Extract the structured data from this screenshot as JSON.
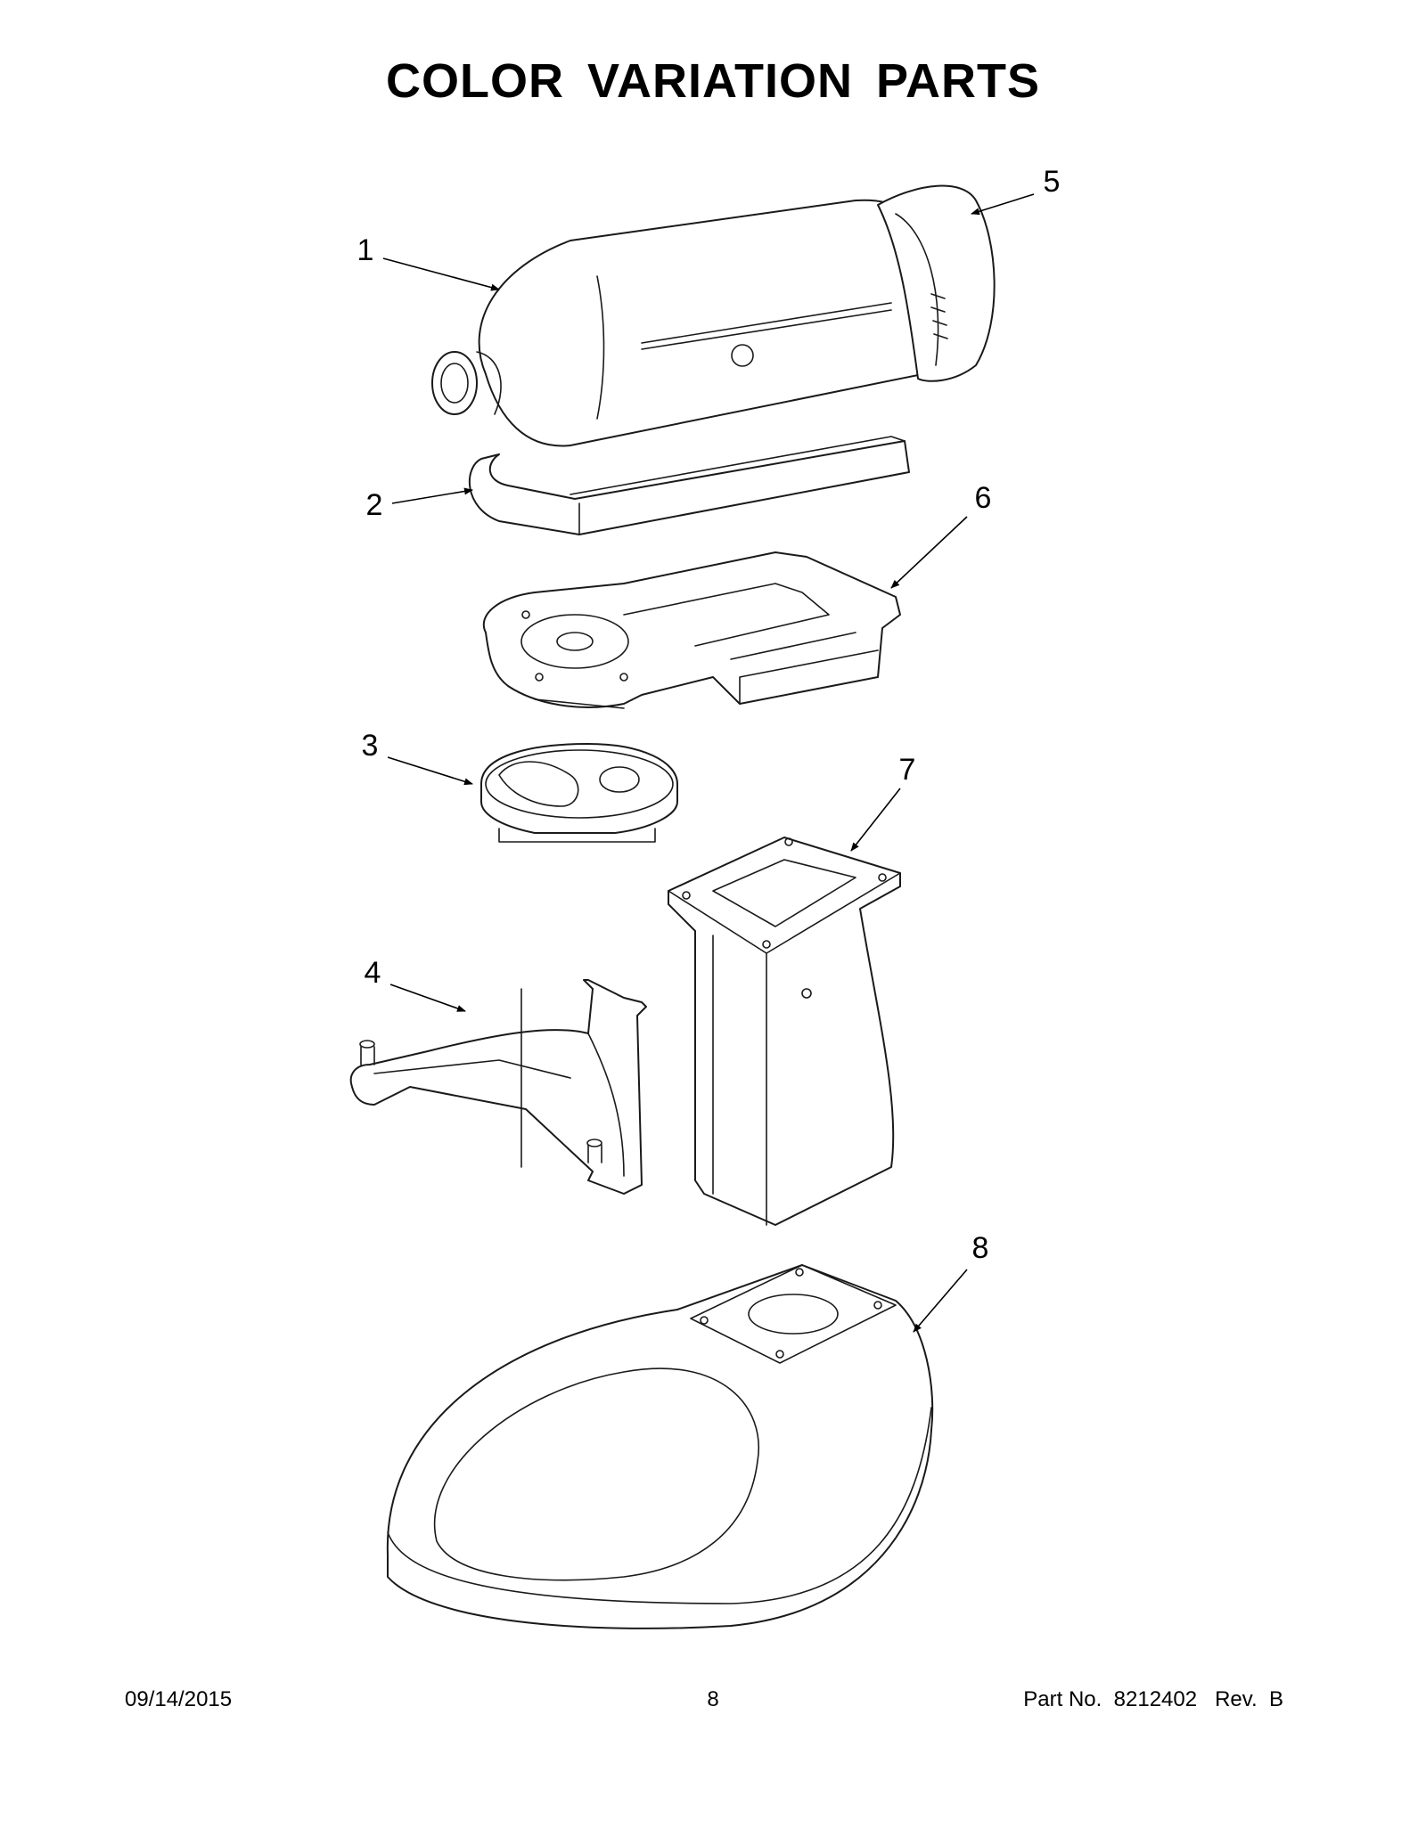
{
  "page": {
    "title": "COLOR VARIATION PARTS",
    "footer": {
      "date": "09/14/2015",
      "page_number": "8",
      "part_number": "Part No.  8212402   Rev.  B"
    }
  },
  "callouts": [
    {
      "label": "1"
    },
    {
      "label": "2"
    },
    {
      "label": "3"
    },
    {
      "label": "4"
    },
    {
      "label": "5"
    },
    {
      "label": "6"
    },
    {
      "label": "7"
    },
    {
      "label": "8"
    }
  ]
}
